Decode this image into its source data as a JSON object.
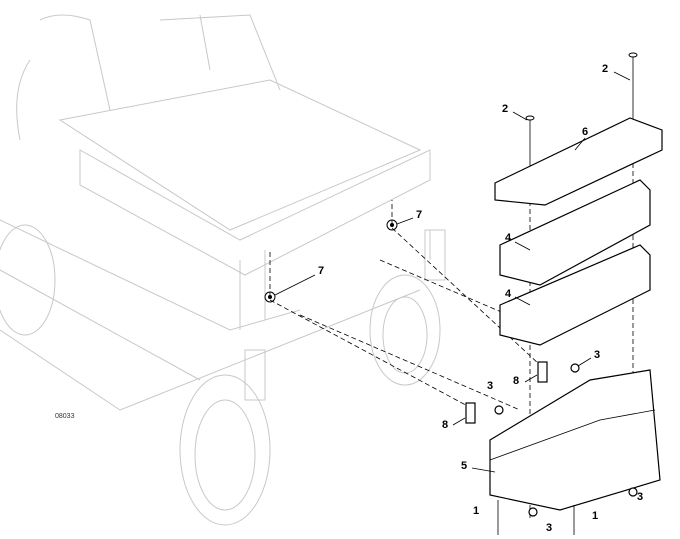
{
  "figure_id": "08033",
  "callouts": {
    "c2a": "2",
    "c2b": "2",
    "c6": "6",
    "c4a": "4",
    "c4b": "4",
    "c7a": "7",
    "c7b": "7",
    "c3a": "3",
    "c3b": "3",
    "c3c": "3",
    "c3d": "3",
    "c8a": "8",
    "c8b": "8",
    "c5": "5",
    "c1a": "1",
    "c1b": "1"
  }
}
